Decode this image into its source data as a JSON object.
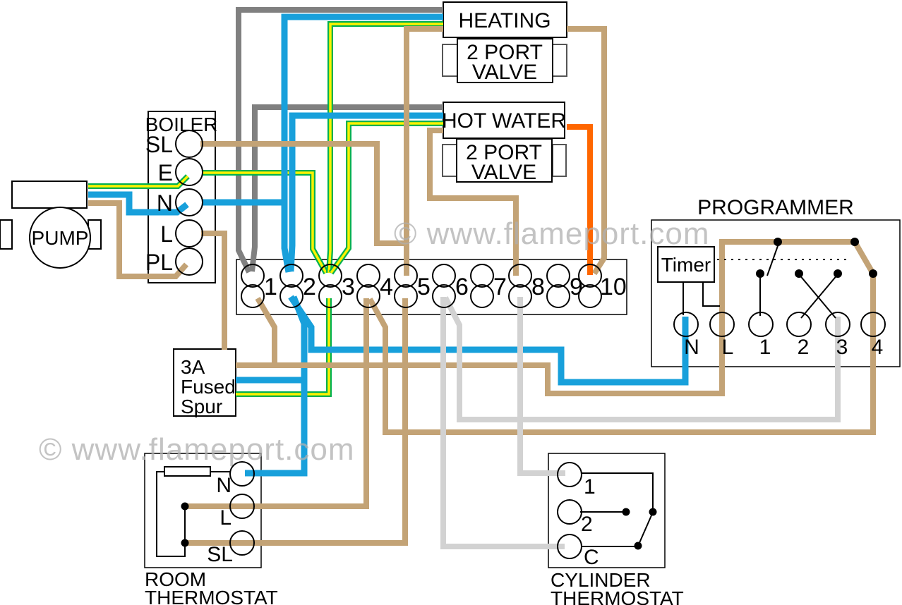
{
  "watermark": {
    "text": "© www.flameport.com"
  },
  "pump": {
    "label": "PUMP"
  },
  "boiler": {
    "title": "BOILER",
    "terminals": [
      "SL",
      "E",
      "N",
      "L",
      "PL"
    ]
  },
  "heating_valve": {
    "title": "HEATING",
    "body_lines": [
      "2 PORT",
      "VALVE"
    ]
  },
  "hot_water_valve": {
    "title": "HOT WATER",
    "body_lines": [
      "2 PORT",
      "VALVE"
    ]
  },
  "junction_box": {
    "terminals": [
      "1",
      "2",
      "3",
      "4",
      "5",
      "6",
      "7",
      "8",
      "9",
      "10"
    ]
  },
  "fused_spur": {
    "lines": [
      "3A",
      "Fused",
      "Spur"
    ]
  },
  "programmer": {
    "title": "PROGRAMMER",
    "timer_label": "Timer",
    "terminals": [
      "N",
      "L",
      "1",
      "2",
      "3",
      "4"
    ]
  },
  "room_thermostat": {
    "terminals": [
      "N",
      "L",
      "SL"
    ],
    "caption_lines": [
      "ROOM",
      "THERMOSTAT"
    ]
  },
  "cylinder_thermostat": {
    "terminals": [
      "1",
      "2",
      "C"
    ],
    "caption_lines": [
      "CYLINDER",
      "THERMOSTAT"
    ]
  },
  "colors": {
    "grey": "#808080",
    "blue": "#18A0DB",
    "green": "#00B050",
    "yellow": "#FFF200",
    "tan": "#C3A376",
    "orange": "#FF6600",
    "light_grey": "#D2D2D2",
    "black": "#000000"
  }
}
